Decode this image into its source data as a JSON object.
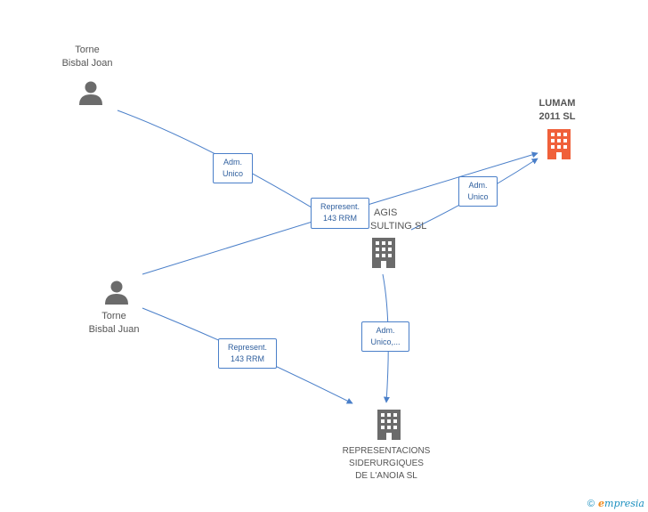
{
  "nodes": {
    "person_top": {
      "line1": "Torne",
      "line2": "Bisbal Joan",
      "icon": "person-icon"
    },
    "person_mid": {
      "line1": "Torne",
      "line2": "Bisbal Juan",
      "icon": "person-icon"
    },
    "company_lumam": {
      "line1": "LUMAM",
      "line2": "2011 SL",
      "icon": "building-icon",
      "color": "#f0603a"
    },
    "company_agis": {
      "line1": "AGIS",
      "line2": "SULTING SL",
      "icon": "building-icon",
      "color": "#6b6b6b"
    },
    "company_rep": {
      "line1": "REPRESENTACIONS",
      "line2": "SIDERURGIQUES",
      "line3": "DE L'ANOIA SL",
      "icon": "building-icon",
      "color": "#6b6b6b"
    }
  },
  "edges": {
    "e1": {
      "line1": "Adm.",
      "line2": "Unico"
    },
    "e2": {
      "line1": "Represent.",
      "line2": "143 RRM"
    },
    "e3": {
      "line1": "Adm.",
      "line2": "Unico"
    },
    "e4": {
      "line1": "Adm.",
      "line2": "Unico,..."
    },
    "e5": {
      "line1": "Represent.",
      "line2": "143 RRM"
    }
  },
  "footer": {
    "copyright": "©",
    "brand_initial": "e",
    "brand_rest": "mpresia"
  },
  "colors": {
    "edge": "#4a7fc9",
    "person": "#6b6b6b",
    "highlight": "#f0603a"
  }
}
